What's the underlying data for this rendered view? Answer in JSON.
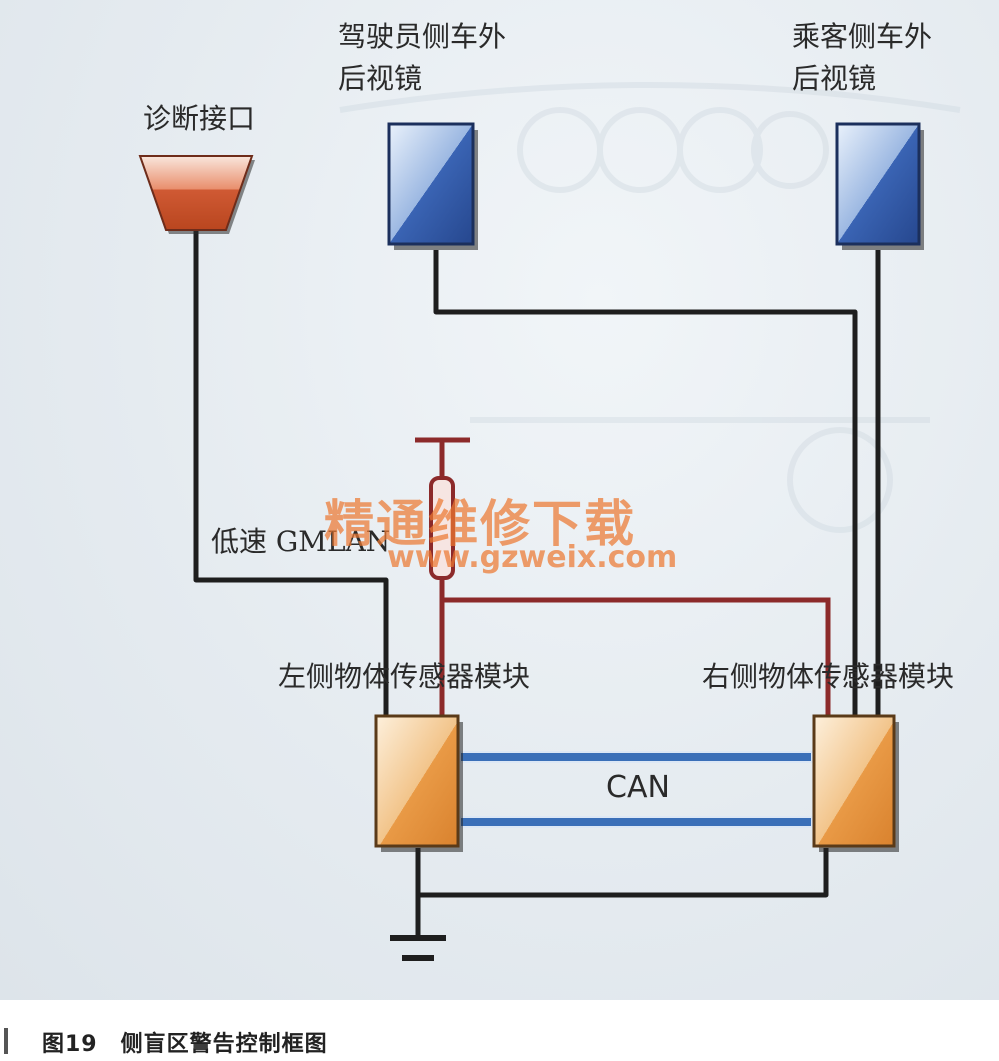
{
  "labels": {
    "diagnostic_port": "诊断接口",
    "driver_mirror": "驾驶员侧车外\n后视镜",
    "passenger_mirror": "乘客侧车外\n后视镜",
    "gmlan": "低速 GMLAN",
    "left_sensor": "左侧物体传感器模块",
    "right_sensor": "右侧物体传感器模块",
    "can": "CAN"
  },
  "watermark": {
    "title": "精通维修下载",
    "url": "www.gzweix.com"
  },
  "caption": "图19　侧盲区警告控制框图",
  "colors": {
    "wire_black": "#1e1e1e",
    "wire_red": "#8c2a2a",
    "can_blue": "#3a6fb8",
    "mirror_blue": "#2f5aa8",
    "module_orange": "#e89a48",
    "port_red": "#c8502c"
  }
}
